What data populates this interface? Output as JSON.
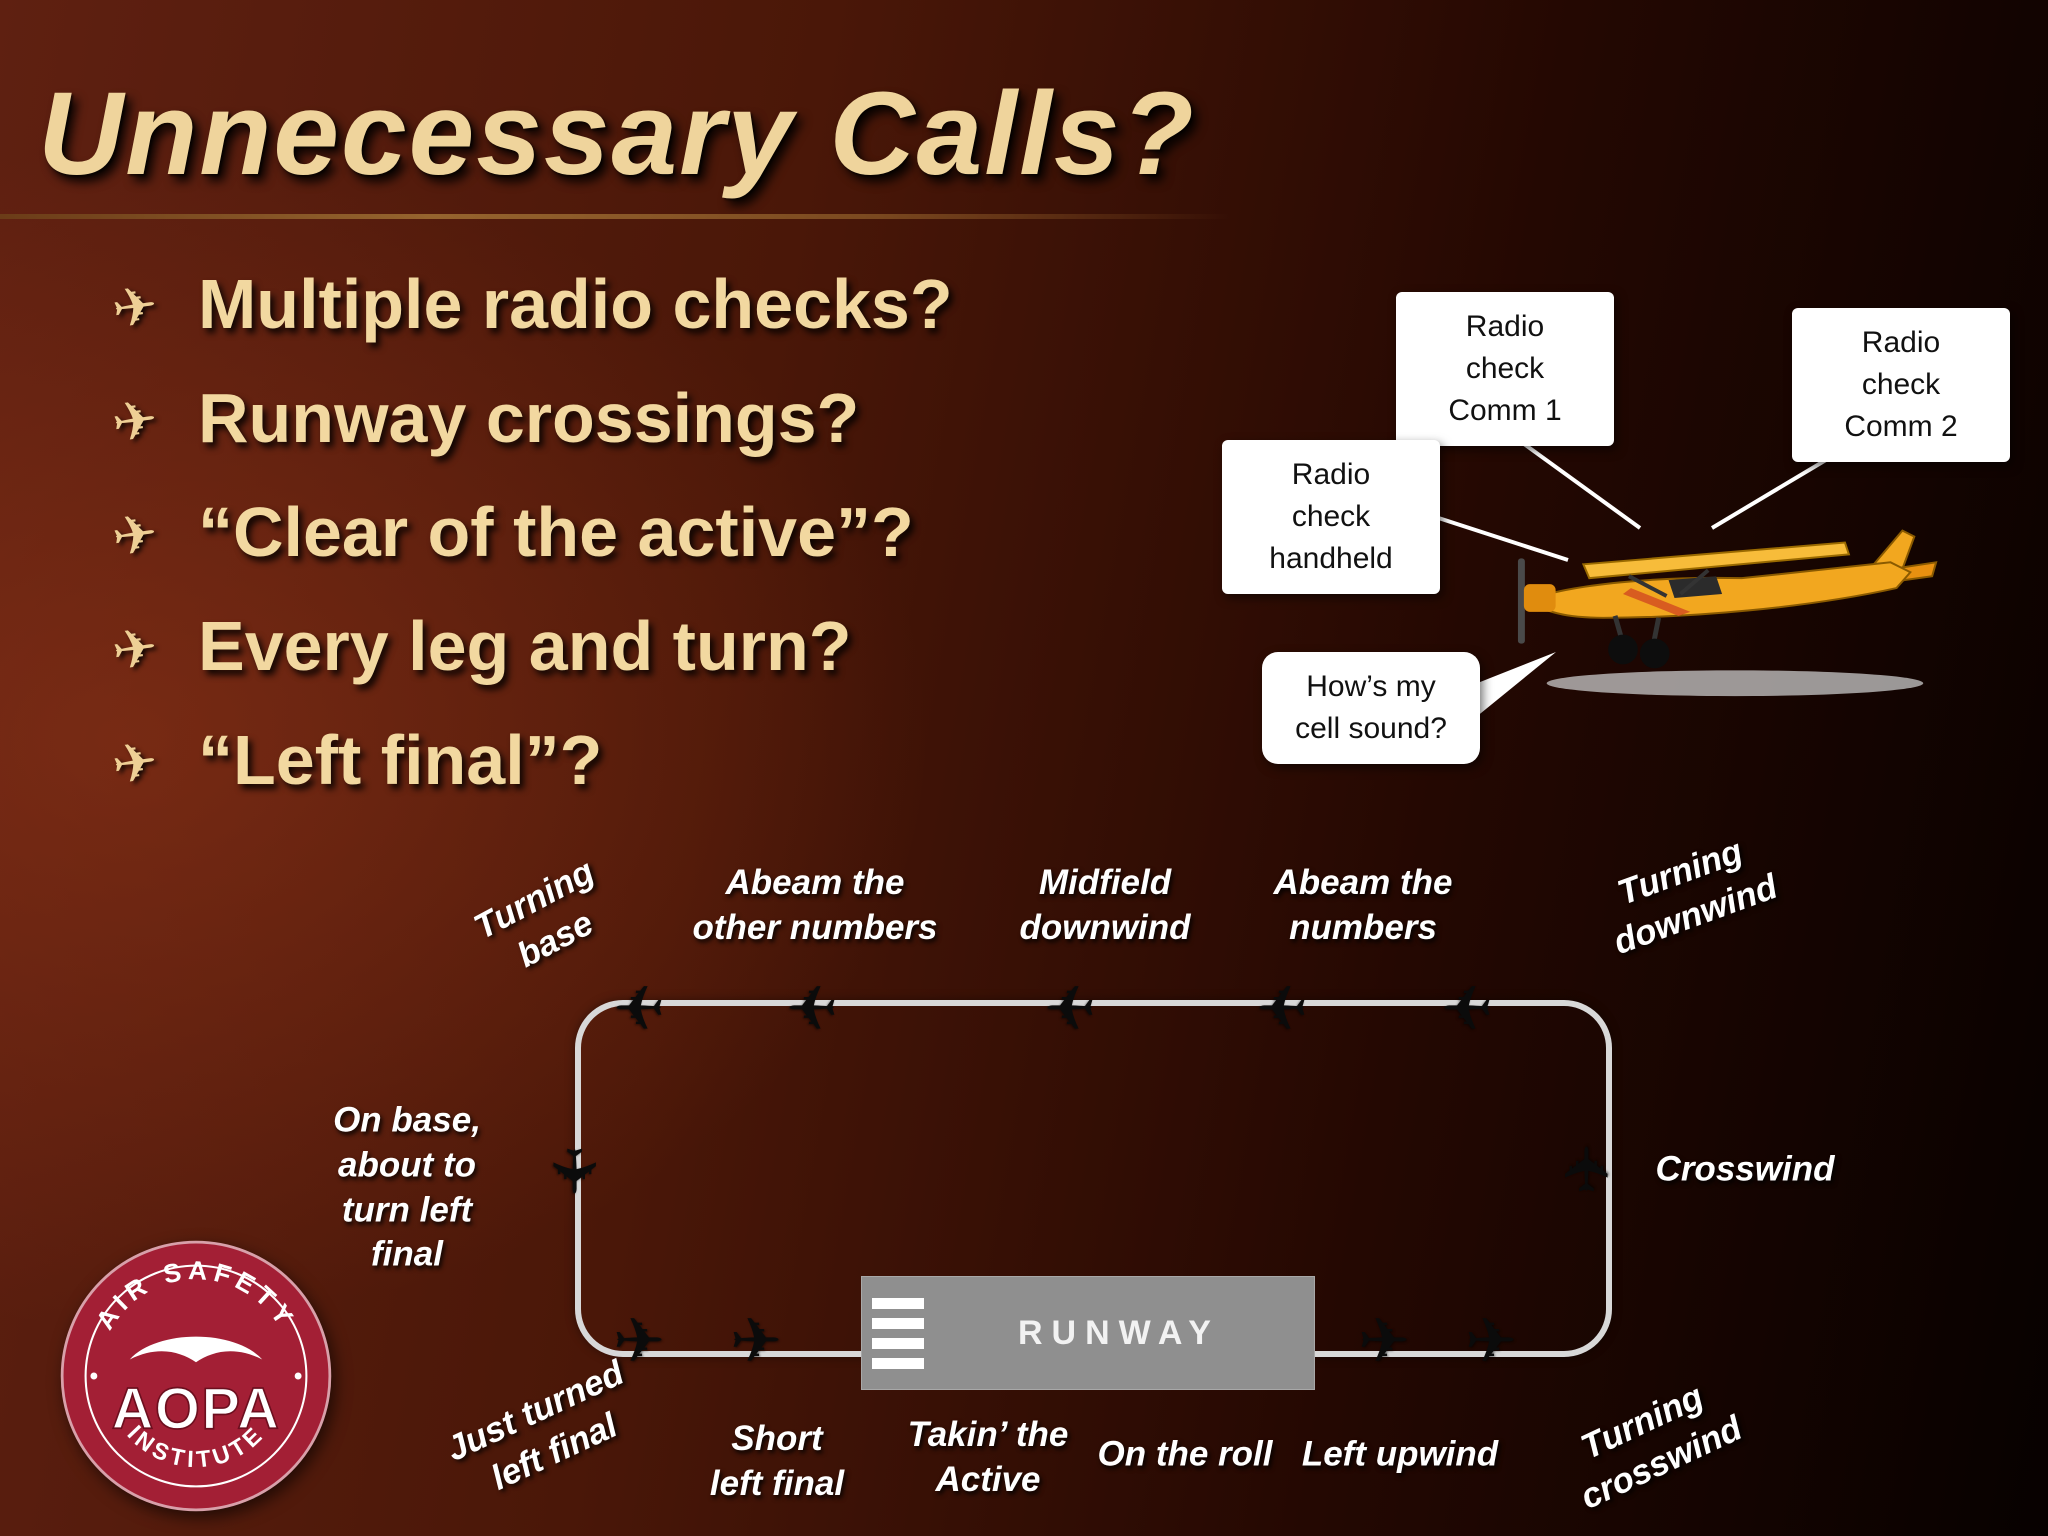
{
  "slide": {
    "title": "Unnecessary Calls?",
    "bullets": [
      "Multiple radio checks?",
      "Runway crossings?",
      "“Clear of the active”?",
      "Every leg and turn?",
      "“Left final”?"
    ]
  },
  "icons": {
    "bullet_plane": "✈",
    "pattern_plane": "✈"
  },
  "callouts": {
    "comm1": "Radio\ncheck\nComm 1",
    "comm2": "Radio\ncheck\nComm 2",
    "handheld": "Radio\ncheck\nhandheld",
    "cell": "How’s my\ncell  sound?"
  },
  "pattern": {
    "runway_label": "RUNWAY",
    "labels": {
      "turning_base": "Turning\nbase",
      "abeam_other": "Abeam the\nother numbers",
      "midfield_downwind": "Midfield\ndownwind",
      "abeam_numbers": "Abeam the\nnumbers",
      "turning_downwind": "Turning\ndownwind",
      "on_base": "On base,\nabout to\nturn left\nfinal",
      "crosswind": "Crosswind",
      "just_turned": "Just turned\nleft final",
      "short_final": "Short\nleft final",
      "takin_active": "Takin’ the\nActive",
      "on_the_roll": "On the roll",
      "left_upwind": "Left upwind",
      "turning_crosswind": "Turning\ncrosswind"
    }
  },
  "logo": {
    "arc_top": "AIR SAFETY",
    "arc_bottom": "INSTITUTE",
    "acronym": "AOPA"
  },
  "colors": {
    "background_left": "#5f2011",
    "background_right": "#070100",
    "title_text": "#efd49c",
    "bullet_text": "#f2d8a0",
    "pattern_label_text": "#ffffff",
    "runway_gray": "#8f8f8f",
    "loop_line": "#d8d8d8",
    "callout_bg": "#ffffff",
    "logo_red": "#a31f35",
    "airplane_yellow": "#f2a71f"
  }
}
